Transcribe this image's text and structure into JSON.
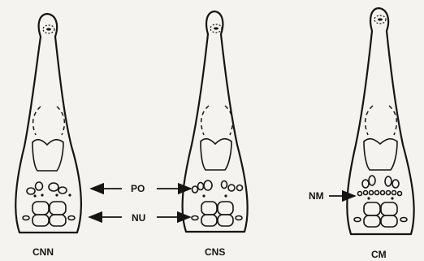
{
  "labels": {
    "left_skull": "CNN",
    "middle_skull": "CNS",
    "right_skull": "CM",
    "pores": "PO",
    "nubbins": "NU",
    "nm": "NM"
  }
}
